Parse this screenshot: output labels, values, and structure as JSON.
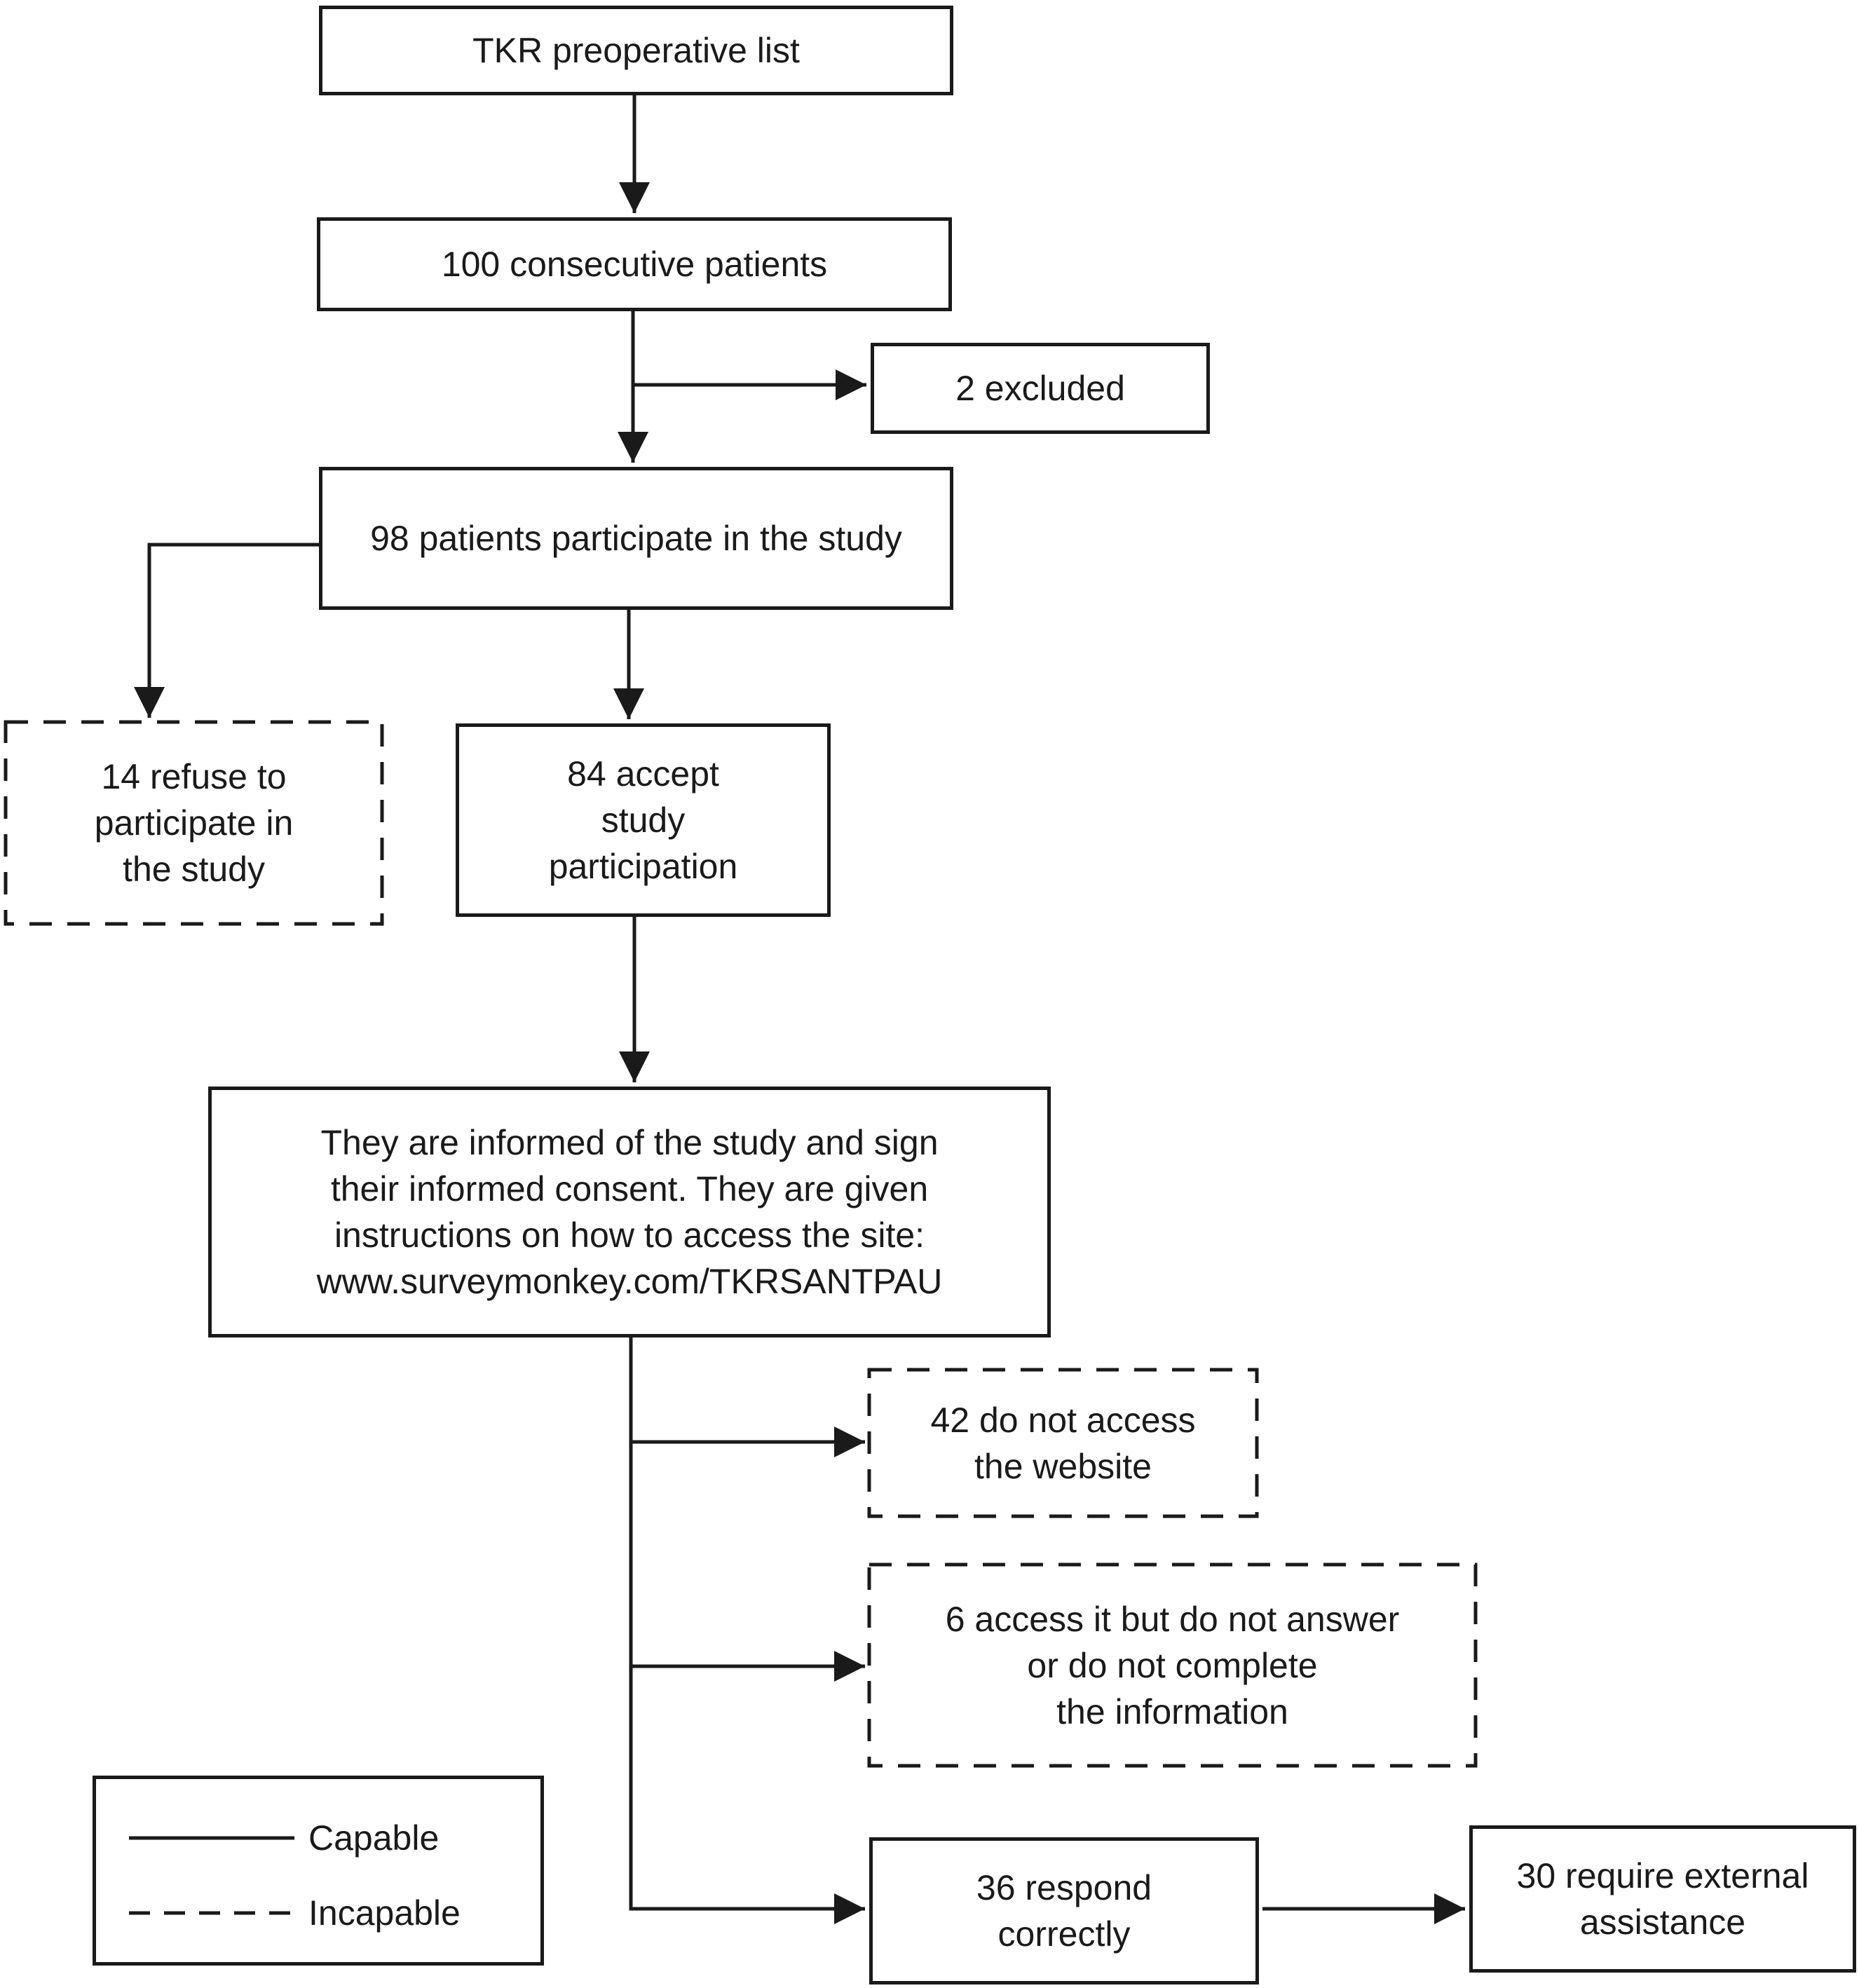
{
  "figure": {
    "type": "flowchart",
    "background": "#ffffff",
    "line_color": "#1a1a1a"
  },
  "nodes": {
    "tkr_list": {
      "text": "TKR preoperative list",
      "style": "solid"
    },
    "consecutive": {
      "text": "100 consecutive patients",
      "style": "solid"
    },
    "excluded": {
      "text": "2 excluded",
      "style": "solid"
    },
    "participate": {
      "text": "98 patients participate in the study",
      "style": "solid"
    },
    "refuse": {
      "text": "14 refuse to\nparticipate in\nthe study",
      "style": "dashed"
    },
    "accept": {
      "text": "84 accept\nstudy\nparticipation",
      "style": "solid"
    },
    "informed": {
      "text": "They are informed of the study and sign\ntheir informed consent. They are given\ninstructions on how to access the site:\nwww.surveymonkey.com/TKRSANTPAU",
      "style": "solid"
    },
    "no_access": {
      "text": "42 do not access\nthe website",
      "style": "dashed"
    },
    "incomplete": {
      "text": "6 access it but do not answer\nor do not complete\nthe information",
      "style": "dashed"
    },
    "respond": {
      "text": "36 respond\ncorrectly",
      "style": "solid"
    },
    "assistance": {
      "text": "30 require external\nassistance",
      "style": "solid"
    }
  },
  "edges": [
    {
      "from": "tkr_list",
      "to": "consecutive",
      "line": "solid"
    },
    {
      "from": "consecutive",
      "to": "excluded",
      "line": "solid"
    },
    {
      "from": "consecutive",
      "to": "participate",
      "line": "solid"
    },
    {
      "from": "participate",
      "to": "refuse",
      "line": "solid"
    },
    {
      "from": "participate",
      "to": "accept",
      "line": "solid"
    },
    {
      "from": "accept",
      "to": "informed",
      "line": "solid"
    },
    {
      "from": "informed",
      "to": "no_access",
      "line": "solid"
    },
    {
      "from": "informed",
      "to": "incomplete",
      "line": "solid"
    },
    {
      "from": "informed",
      "to": "respond",
      "line": "solid"
    },
    {
      "from": "respond",
      "to": "assistance",
      "line": "solid"
    }
  ],
  "legend": {
    "items": [
      {
        "line_style": "solid",
        "label": "Capable"
      },
      {
        "line_style": "dashed",
        "label": "Incapable"
      }
    ]
  }
}
